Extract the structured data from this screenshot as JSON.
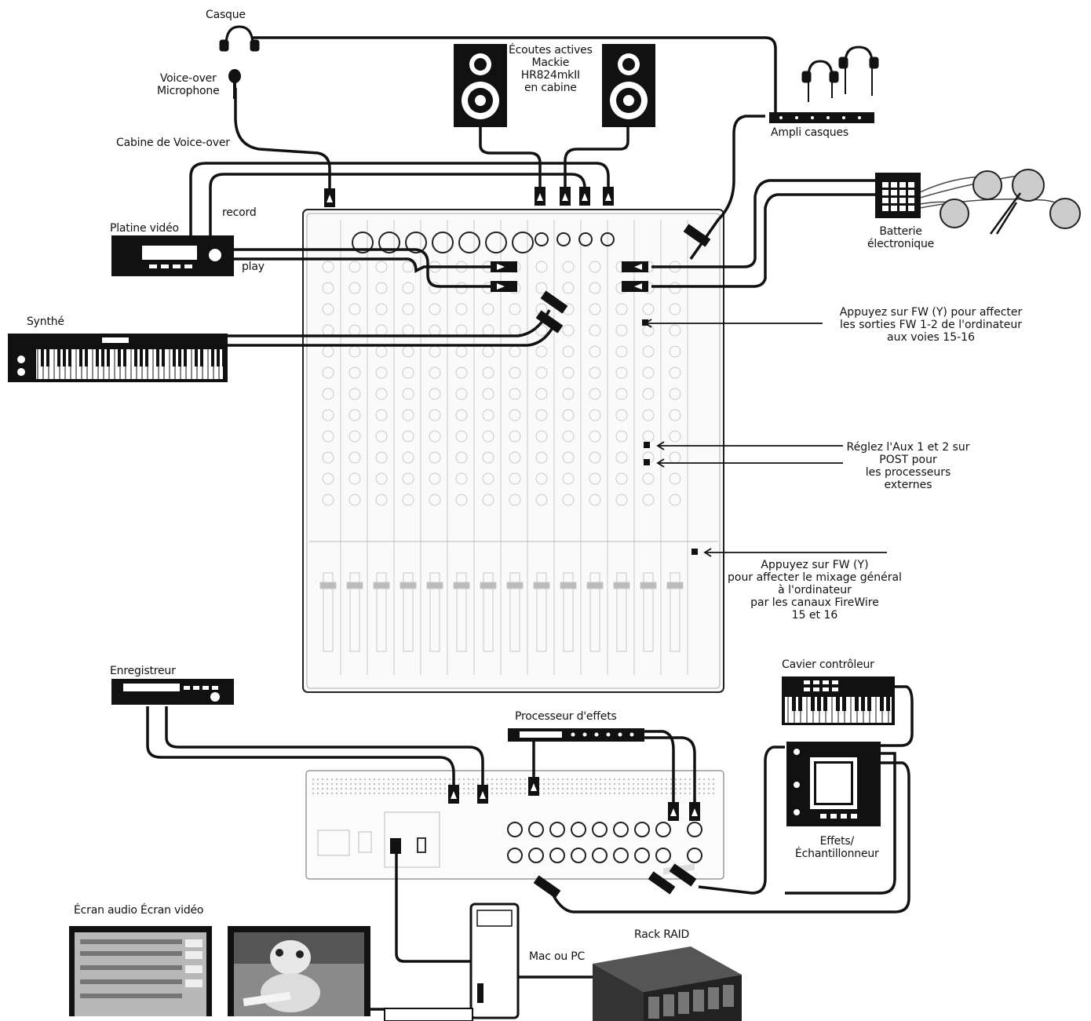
{
  "labels": {
    "casque": "Casque",
    "voice_over_mic": "Voice-over\nMicrophone",
    "cabine": "Cabine de Voice-over",
    "ecoutes": "Écoutes actives\nMackie\nHR824mkII\nen cabine",
    "ampli": "Ampli casques",
    "platine": "Platine vidéo",
    "record": "record",
    "play": "play",
    "batterie": "Batterie\nélectronique",
    "synthe": "Synthé",
    "enregistreur": "Enregistreur",
    "processeur": "Processeur d'effets",
    "clavier": "Cavier contrôleur",
    "effets": "Effets/\nÉchantillonneur",
    "ecrans": "Écran audio Écran vidéo",
    "rack": "Rack RAID",
    "mac": "Mac ou PC"
  },
  "notes": {
    "fw1": "Appuyez sur FW (",
    "fw1_icon": "Y",
    "fw1_rest": ") pour affecter\nles sorties FW 1-2 de l'ordinateur\naux voies 15-16",
    "aux": "Réglez l'Aux 1 et 2 sur\nPOST pour\nles processeurs\nexternes",
    "fw2": "Appuyez sur FW (",
    "fw2_icon": "Y",
    "fw2_rest": ")\npour affecter le mixage général\nà l'ordinateur\npar les canaux FireWire\n15 et 16"
  }
}
